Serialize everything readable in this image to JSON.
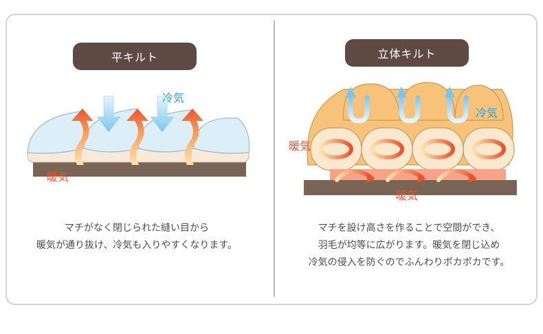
{
  "flat": {
    "title": "平キルト",
    "label_cold": "冷気",
    "label_warm": "暖気",
    "description": [
      "マチがなく閉じられた縫い目から",
      "暖気が通り抜け、冷気も入りやすくなります。"
    ]
  },
  "box": {
    "title": "立体キルト",
    "label_cold": "冷気",
    "label_warm_left": "暖気",
    "label_warm_bottom": "暖気",
    "description": [
      "マチを設け高さを作ることで空間ができ、",
      "羽毛が均等に広がります。暖気を閉じ込め",
      "冷気の侵入を防ぐのでふんわりポカポカです。"
    ]
  },
  "colors": {
    "pill_bg": "#5e4a42",
    "cold": "#2ea0d6",
    "warm": "#e8542f",
    "base": "#7a6455",
    "quilt_orange": "#f7c27a",
    "quilt_blue": "#d7ecf7"
  }
}
